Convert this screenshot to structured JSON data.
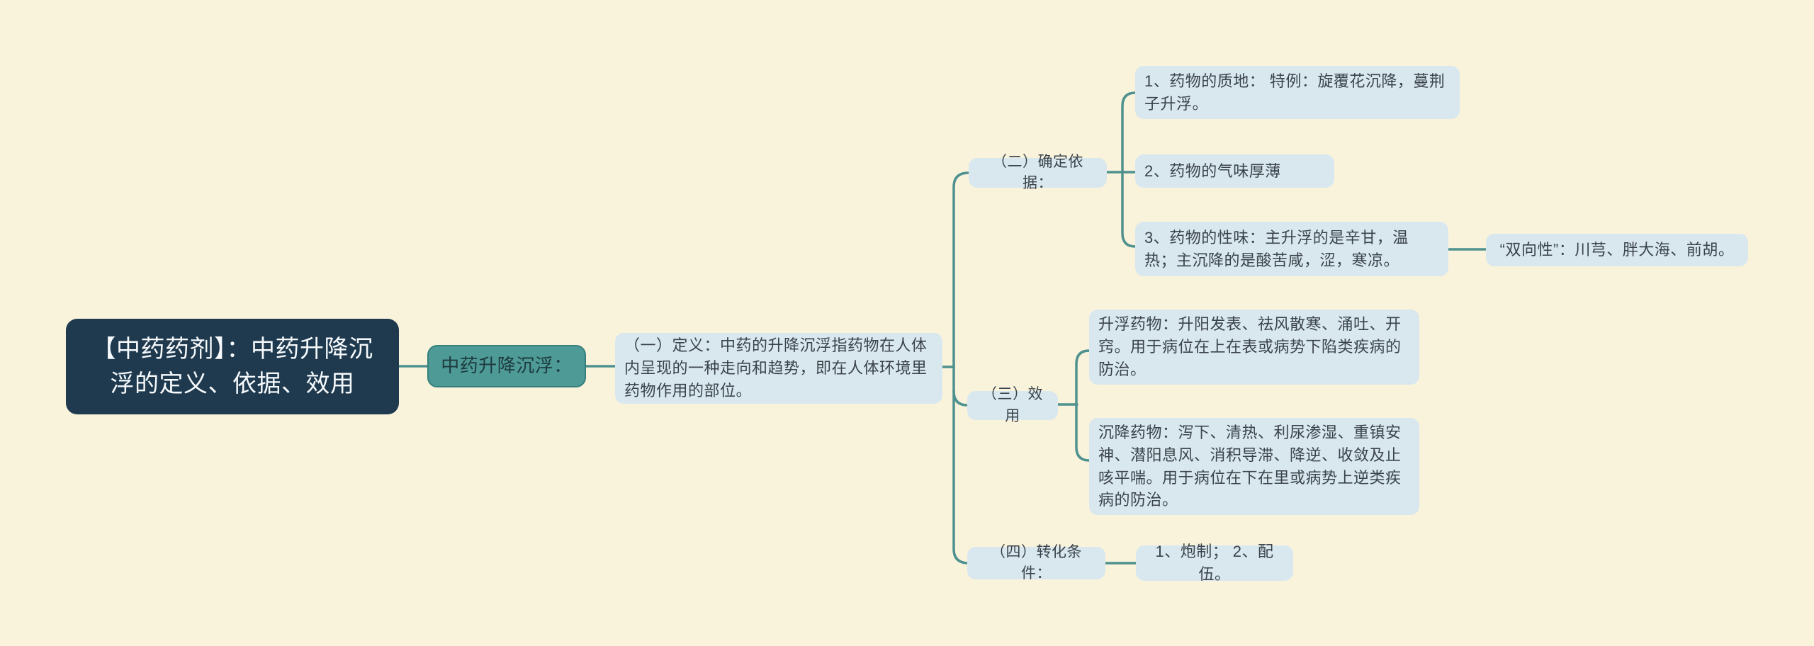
{
  "colors": {
    "background": "#faf3dc",
    "accent_line": "#4e918e",
    "root_bg": "#1f3a4f",
    "root_text": "#f7fafc",
    "topic_bg": "#4e9a97",
    "topic_border": "#35807d",
    "topic_text": "#1d3a3d",
    "node_bg": "#d9e8ee",
    "node_text": "#3a434b"
  },
  "mindmap": {
    "root": {
      "label": "【中药药剂】：中药升降沉浮的定义、依据、效用"
    },
    "topic": {
      "label": "中药升降沉浮："
    },
    "definition": {
      "label": "（一）定义：中药的升降沉浮指药物在人体内呈现的一种走向和趋势，即在人体环境里药物作用的部位。"
    },
    "branches": [
      {
        "id": "basis",
        "label": "（二）确定依据：",
        "children": [
          {
            "label": "1、药物的质地： 特例：旋覆花沉降，蔓荆子升浮。"
          },
          {
            "label": "2、药物的气味厚薄"
          },
          {
            "label": "3、药物的性味：主升浮的是辛甘，温热；主沉降的是酸苦咸，涩，寒凉。",
            "children": [
              {
                "label": "“双向性”：川芎、胖大海、前胡。"
              }
            ]
          }
        ]
      },
      {
        "id": "effect",
        "label": "（三）效用",
        "children": [
          {
            "label": "升浮药物：升阳发表、祛风散寒、涌吐、开窍。用于病位在上在表或病势下陷类疾病的防治。"
          },
          {
            "label": "沉降药物：泻下、清热、利尿渗湿、重镇安神、潜阳息风、消积导滞、降逆、收敛及止咳平喘。用于病位在下在里或病势上逆类疾病的防治。"
          }
        ]
      },
      {
        "id": "transform",
        "label": "（四）转化条件：",
        "children": [
          {
            "label": "1、炮制； 2、配伍。"
          }
        ]
      }
    ]
  }
}
